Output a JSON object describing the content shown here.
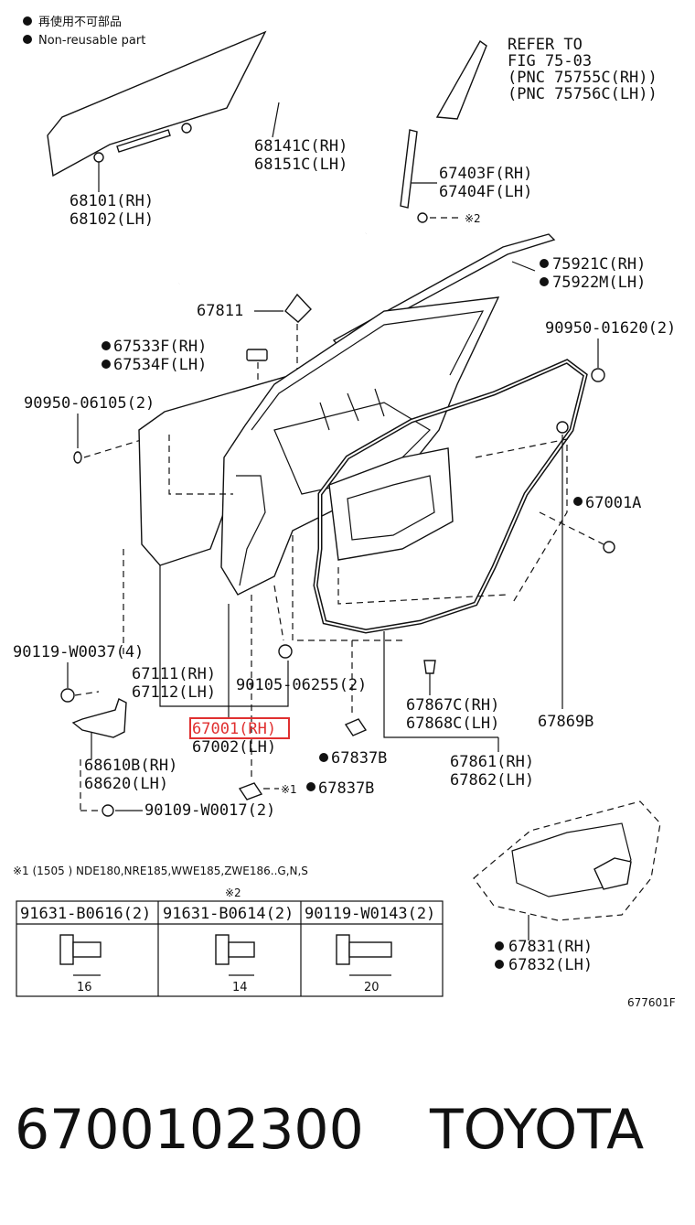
{
  "legend": {
    "jp": "再使用不可部品",
    "en": "Non-reusable part"
  },
  "refer": {
    "line1": "REFER TO",
    "line2": "FIG 75-03",
    "line3": "(PNC 75755C(RH))",
    "line4": "(PNC 75756C(LH))"
  },
  "labels": {
    "p68141": "68141C(RH)",
    "p68151": "68151C(LH)",
    "p68101": "68101(RH)",
    "p68102": "68102(LH)",
    "p67403": "67403F(RH)",
    "p67404": "67404F(LH)",
    "mark2": "※2",
    "p75921": "75921C(RH)",
    "p75922": "75922M(LH)",
    "p67811": "67811",
    "p90950_01620": "90950-01620(2)",
    "p67533": "67533F(RH)",
    "p67534": "67534F(LH)",
    "p90950_06105": "90950-06105(2)",
    "p67001A": "67001A",
    "p90119_w0037": "90119-W0037(4)",
    "p67111": "67111(RH)",
    "p67112": "67112(LH)",
    "p90105": "90105-06255(2)",
    "p67001": "67001(RH)",
    "p67002": "67002(LH)",
    "p67867": "67867C(RH)",
    "p67868": "67868C(LH)",
    "p67869": "67869B",
    "p67837a": "67837B",
    "p68610": "68610B(RH)",
    "p68620": "68620(LH)",
    "p67861": "67861(RH)",
    "p67862": "67862(LH)",
    "mark1": "※1",
    "p67837b": "67837B",
    "p90109": "90109-W0017(2)",
    "p67831": "67831(RH)",
    "p67832": "67832(LH)"
  },
  "note1": "※1 (1505      ) NDE180,NRE185,WWE185,ZWE186..G,N,S",
  "table_mark": "※2",
  "bolts": [
    {
      "part": "91631-B0616(2)",
      "length": "16"
    },
    {
      "part": "91631-B0614(2)",
      "length": "14"
    },
    {
      "part": "90119-W0143(2)",
      "length": "20"
    }
  ],
  "fig_code": "677601F",
  "footer": {
    "part_number": "6700102300",
    "brand": "TOYOTA"
  },
  "highlight_color": "#e03030"
}
